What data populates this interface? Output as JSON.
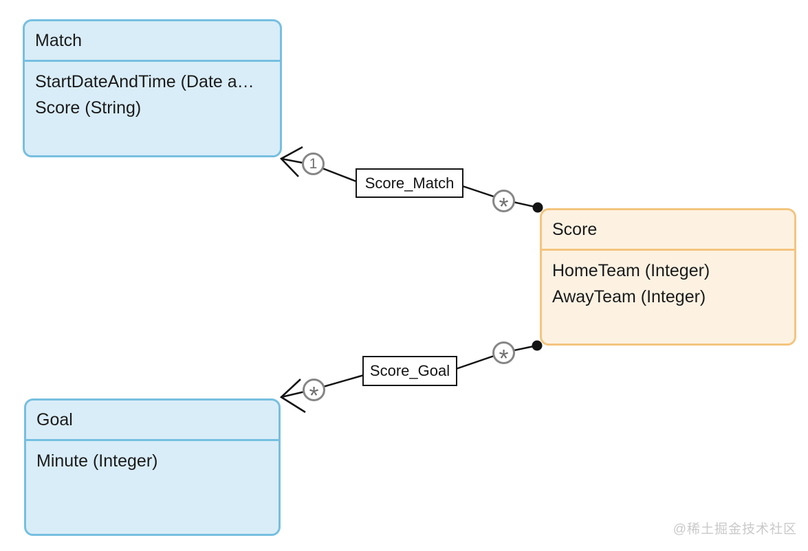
{
  "diagram": {
    "type": "entity-relationship",
    "watermark": "@稀土掘金技术社区",
    "entities": [
      {
        "name": "Match",
        "theme": "blue",
        "attributes": [
          "StartDateAndTime (Date a…",
          "Score (String)"
        ]
      },
      {
        "name": "Score",
        "theme": "orange",
        "attributes": [
          "HomeTeam (Integer)",
          "AwayTeam (Integer)"
        ]
      },
      {
        "name": "Goal",
        "theme": "blue",
        "attributes": [
          "Minute (Integer)"
        ]
      }
    ],
    "relationships": [
      {
        "label": "Score_Match",
        "from": "Score",
        "to": "Match",
        "from_cardinality": "*",
        "to_cardinality": "1"
      },
      {
        "label": "Score_Goal",
        "from": "Score",
        "to": "Goal",
        "from_cardinality": "*",
        "to_cardinality": "*"
      }
    ],
    "colors": {
      "blue_entity_border": "#76bfe0",
      "blue_entity_fill": "#d9edf8",
      "orange_entity_border": "#f4c47e",
      "orange_entity_fill": "#fdf2e2",
      "connector": "#141414",
      "cardinality_border": "#868686",
      "cardinality_text": "#6f6f6f",
      "watermark": "#c9c9c9"
    }
  }
}
